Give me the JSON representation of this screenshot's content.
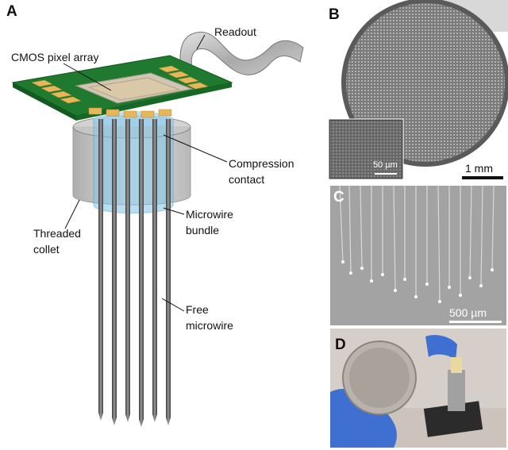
{
  "panel_a": {
    "letter": "A",
    "callouts": {
      "readout": "Readout",
      "cmos": "CMOS pixel array",
      "compression_1": "Compression",
      "compression_2": "contact",
      "microwire_1": "Microwire",
      "microwire_2": "bundle",
      "threaded_1": "Threaded",
      "threaded_2": "collet",
      "free_1": "Free",
      "free_2": "microwire"
    }
  },
  "panel_b": {
    "letter": "B",
    "inset_scale": "50 µm",
    "scale": "1 mm"
  },
  "panel_c": {
    "letter": "C",
    "scale": "500 µm"
  },
  "panel_d": {
    "letter": "D"
  },
  "colors": {
    "pcb_green": "#1f7a2f",
    "gold_pad": "#e5b65a",
    "sensor_beige": "#d9c9a8",
    "collet_gray": "#b9b9b9",
    "bundle_blue": "#7fc4e8",
    "wire_gray": "#5a5a5a",
    "sem_gray": "#8a8a8a",
    "glove_blue": "#3e6fd1"
  }
}
